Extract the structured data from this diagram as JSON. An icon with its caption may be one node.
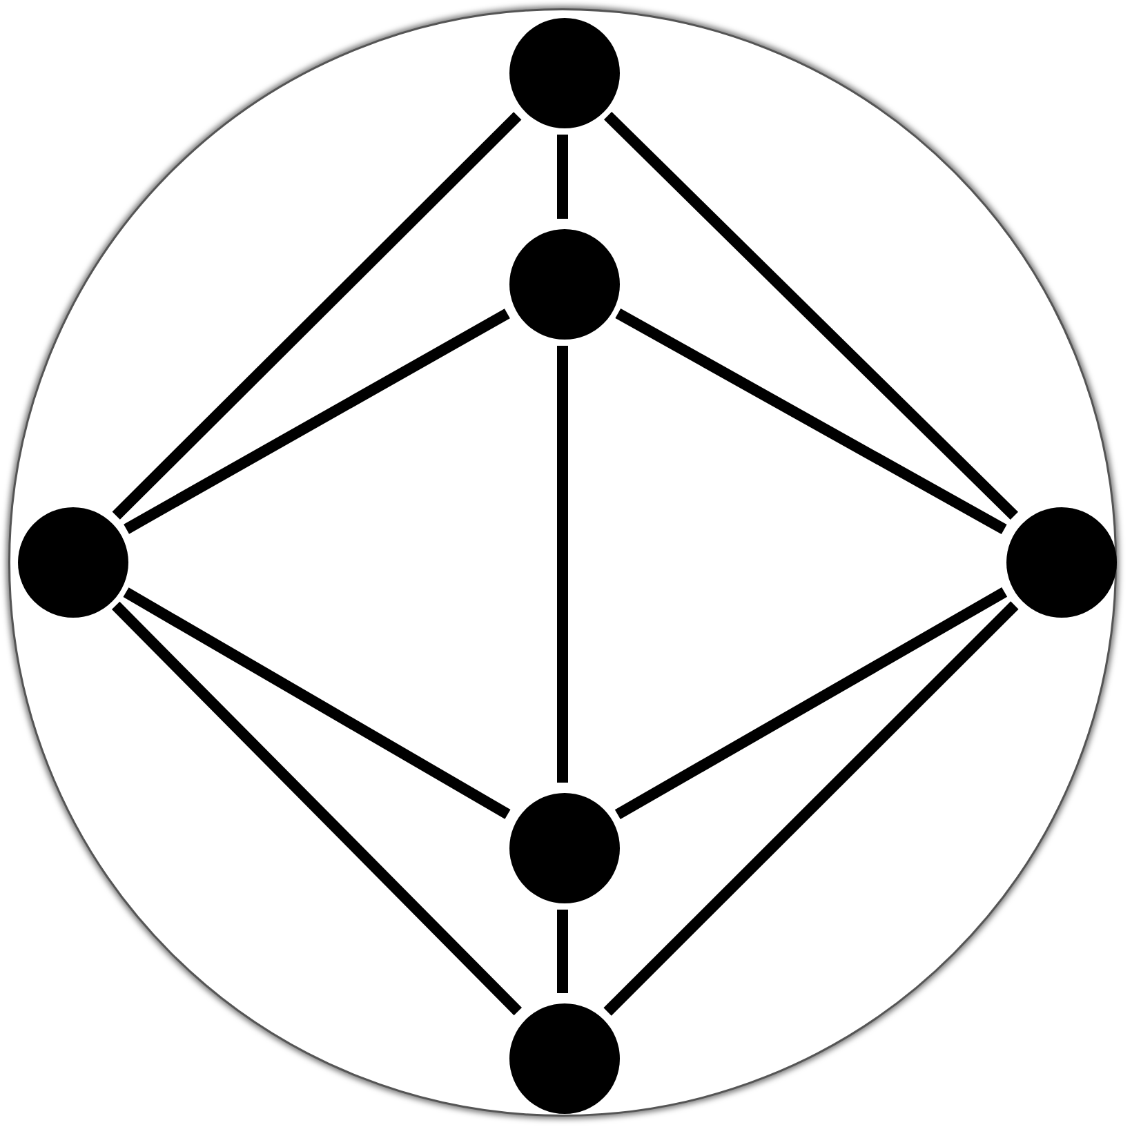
{
  "diagram": {
    "nodes": [
      {
        "text": [],
        "shape": "circle"
      },
      {
        "text": [],
        "shape": "circle",
        "in": 0
      },
      {
        "text": [],
        "shape": "circle",
        "in": 0
      },
      {
        "text": [],
        "shape": "circle",
        "in": 0
      },
      {
        "text": [],
        "shape": "circle",
        "in": 0
      },
      {
        "text": [],
        "shape": "circle",
        "in": 0
      },
      {
        "text": [],
        "shape": "circle",
        "in": 0
      }
    ],
    "edges": [
      {
        "from": 1,
        "to": 2,
        "arrow": "none"
      },
      {
        "from": 1,
        "to": 3,
        "arrow": "none"
      },
      {
        "from": 1,
        "to": 4,
        "arrow": "none"
      },
      {
        "from": 2,
        "to": 3,
        "arrow": "none"
      },
      {
        "from": 2,
        "to": 4,
        "arrow": "none"
      },
      {
        "from": 2,
        "to": 5,
        "arrow": "none"
      },
      {
        "from": 3,
        "to": 5,
        "arrow": "none"
      },
      {
        "from": 3,
        "to": 6,
        "arrow": "none"
      },
      {
        "from": 4,
        "to": 5,
        "arrow": "none"
      },
      {
        "from": 4,
        "to": 6,
        "arrow": "none"
      },
      {
        "from": 5,
        "to": 6,
        "arrow": "none"
      }
    ]
  }
}
